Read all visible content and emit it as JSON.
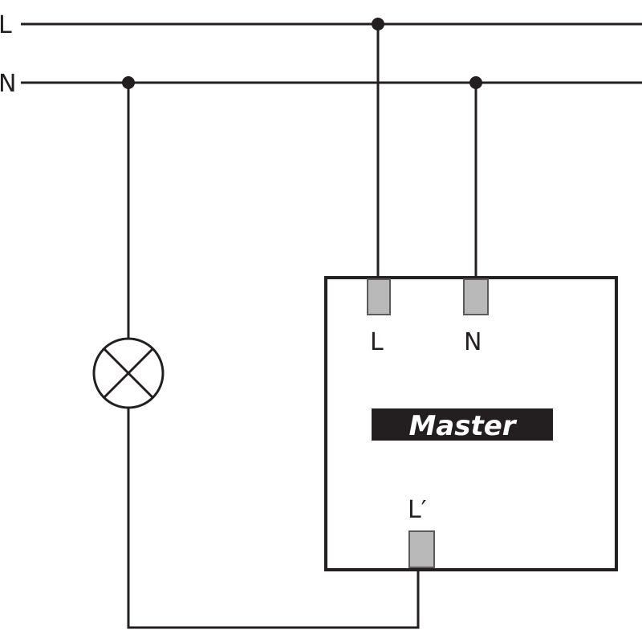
{
  "rails": {
    "line_label": "L",
    "neutral_label": "N"
  },
  "device": {
    "badge_label": "Master",
    "terminal_line_label": "L",
    "terminal_neutral_label": "N",
    "terminal_switched_label": "L′"
  },
  "colors": {
    "wire": "#231f20",
    "terminal_fill": "#b9b9b9",
    "badge_fill": "#231f20",
    "badge_text": "#ffffff"
  }
}
